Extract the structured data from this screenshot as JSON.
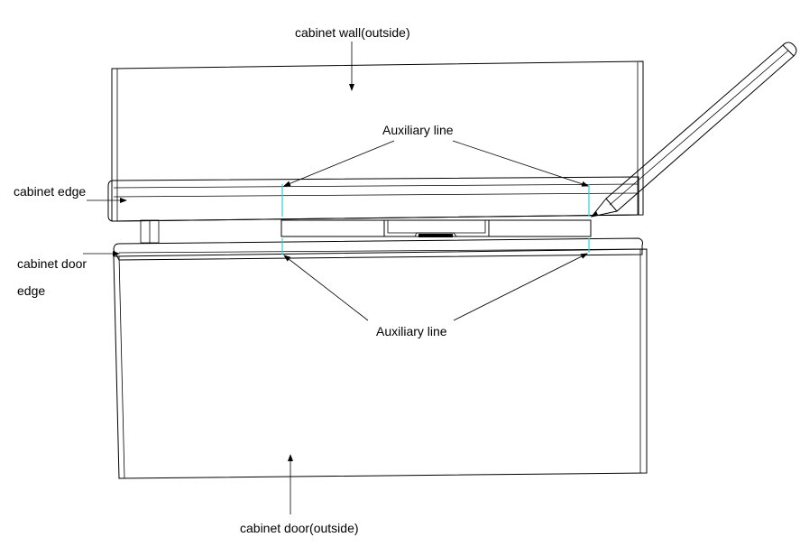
{
  "labels": {
    "cabinet_wall": "cabinet wall(outside)",
    "auxiliary_top": "Auxiliary line",
    "cabinet_edge": "cabinet edge",
    "cabinet_door_edge_1": "cabinet door",
    "cabinet_door_edge_2": "edge",
    "auxiliary_bottom": "Auxiliary line",
    "cabinet_door": "cabinet door(outside)"
  },
  "colors": {
    "line": "#000000",
    "auxiliary": "#2fd3d3",
    "background": "#ffffff"
  },
  "icons": [
    "pencil-icon"
  ]
}
